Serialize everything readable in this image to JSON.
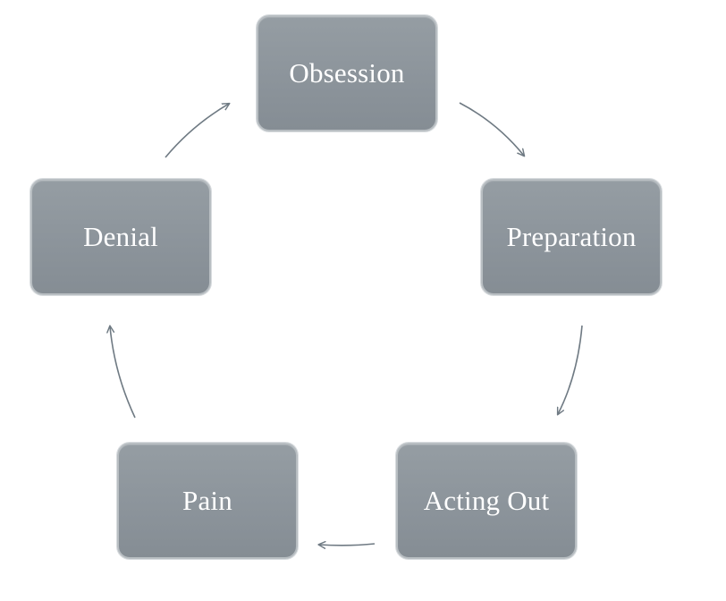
{
  "diagram": {
    "nodes": [
      {
        "id": "obsession",
        "label": "Obsession"
      },
      {
        "id": "preparation",
        "label": "Preparation"
      },
      {
        "id": "acting-out",
        "label": "Acting Out"
      },
      {
        "id": "pain",
        "label": "Pain"
      },
      {
        "id": "denial",
        "label": "Denial"
      }
    ],
    "edges": [
      {
        "from": "obsession",
        "to": "preparation"
      },
      {
        "from": "preparation",
        "to": "acting-out"
      },
      {
        "from": "acting-out",
        "to": "pain"
      },
      {
        "from": "pain",
        "to": "denial"
      },
      {
        "from": "denial",
        "to": "obsession"
      }
    ]
  },
  "colors": {
    "node_fill": "#8e969d",
    "node_border": "#b8bec2",
    "node_text": "#ffffff",
    "arrow": "#6f7a83"
  }
}
